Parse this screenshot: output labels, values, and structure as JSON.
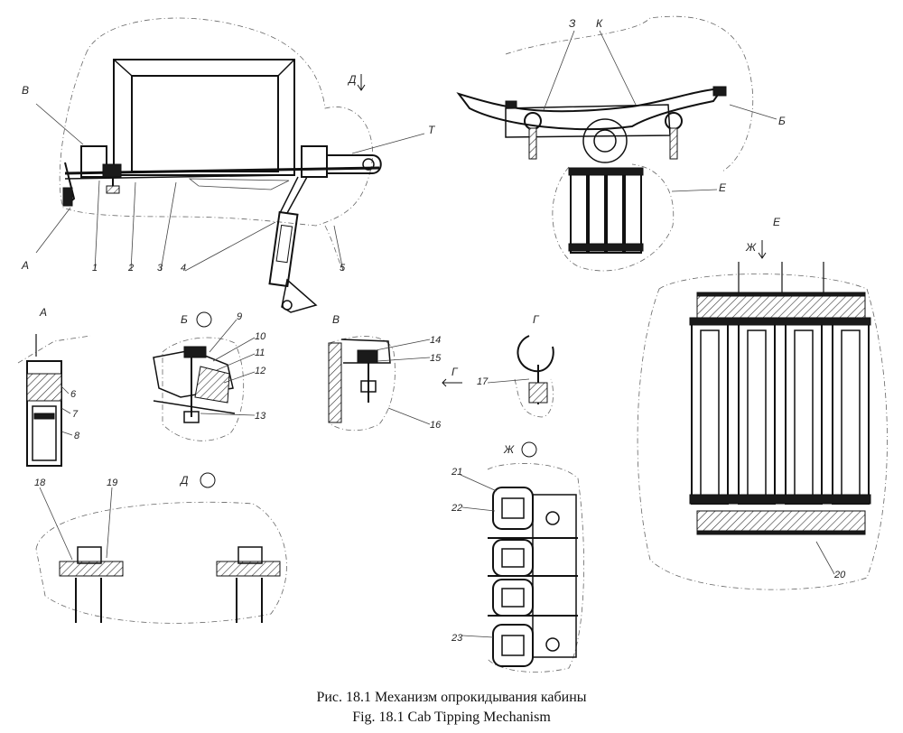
{
  "caption": {
    "ru": "Рис. 18.1  Механизм опрокидывания кабины",
    "en": "Fig. 18.1  Cab Tipping Mechanism"
  },
  "main_view": {
    "labels": {
      "v": "В",
      "a": "А",
      "d": "Д",
      "t": "Т",
      "n1": "1",
      "n2": "2",
      "n3": "3",
      "n4": "4",
      "n5": "5"
    }
  },
  "rear_view": {
    "labels": {
      "z": "З",
      "k": "К",
      "b": "Б",
      "e": "Е"
    }
  },
  "detail_a": {
    "title": "А",
    "n6": "6",
    "n7": "7",
    "n8": "8"
  },
  "detail_b": {
    "title": "Б",
    "n9": "9",
    "n10": "10",
    "n11": "11",
    "n12": "12",
    "n13": "13"
  },
  "detail_v": {
    "title": "В",
    "n14": "14",
    "n15": "15",
    "n16": "16",
    "arrow_g": "Г"
  },
  "detail_g": {
    "title": "Г",
    "n17": "17"
  },
  "detail_d": {
    "title": "Д",
    "n18": "18",
    "n19": "19"
  },
  "detail_zh": {
    "title": "Ж",
    "n21": "21",
    "n22": "22",
    "n23": "23"
  },
  "detail_e": {
    "title": "Е",
    "arrow_zh": "Ж",
    "n20": "20"
  }
}
